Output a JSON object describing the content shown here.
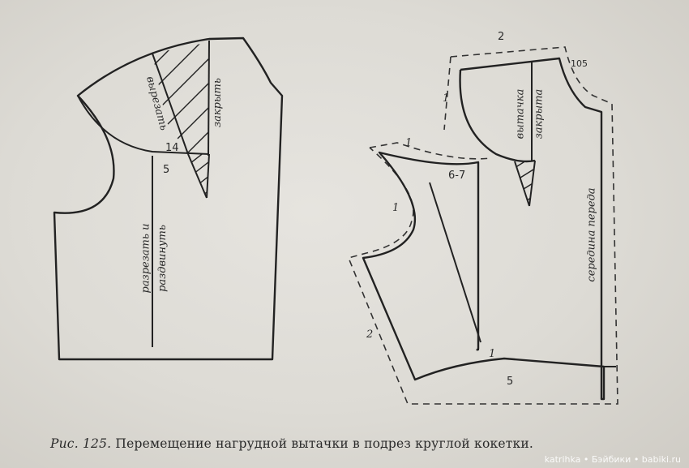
{
  "left_pattern": {
    "label_cut_out": "вырезать",
    "label_close": "закрыть",
    "num_14": "14",
    "num_5": "5",
    "label_cut_spread_1": "разрезать и",
    "label_cut_spread_2": "раздвинуть"
  },
  "right_pattern": {
    "num_2_top": "2",
    "num_105": "105",
    "num_1_left": "1",
    "label_dart_1": "вытачка",
    "label_dart_2": "закрыта",
    "num_1_shoulder": "1",
    "num_6_7": "6-7",
    "num_1_armhole": "1",
    "num_2_side": "2",
    "num_1_bottom": "1",
    "num_5_bottom": "5",
    "label_center_front": "середина переда"
  },
  "caption": {
    "fig_label": "Рис. 125.",
    "text": "Перемещение нагрудной вытачки в подрез круглой кокетки."
  },
  "watermark": "katrihka • Бэйбики • babiki.ru",
  "colors": {
    "paper": "#e3e1dc",
    "ink": "#2a2a2a"
  }
}
